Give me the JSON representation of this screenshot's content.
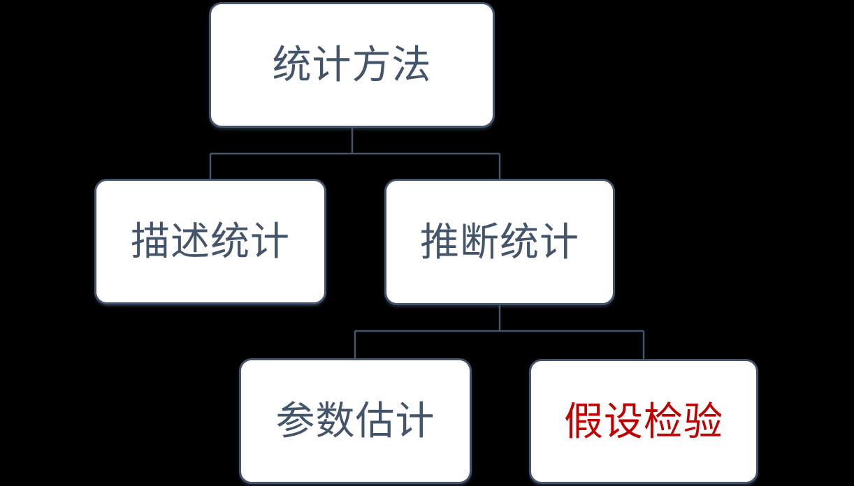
{
  "diagram": {
    "type": "tree",
    "background_color": "#000000",
    "node_fill_color": "#FFFFFF",
    "node_border_color": "#44546A",
    "connector_color": "#44546A",
    "default_text_color": "#44546A",
    "highlight_text_color": "#C00000",
    "nodes": {
      "root": {
        "label": "统计方法",
        "color": "#44546A"
      },
      "descriptive": {
        "label": "描述统计",
        "color": "#44546A"
      },
      "inferential": {
        "label": "推断统计",
        "color": "#44546A"
      },
      "parameter_estimation": {
        "label": "参数估计",
        "color": "#44546A"
      },
      "hypothesis_testing": {
        "label": "假设检验",
        "color": "#C00000",
        "highlighted": true
      }
    },
    "edges": [
      {
        "from": "root",
        "to": "descriptive"
      },
      {
        "from": "root",
        "to": "inferential"
      },
      {
        "from": "inferential",
        "to": "parameter_estimation"
      },
      {
        "from": "inferential",
        "to": "hypothesis_testing"
      }
    ]
  }
}
